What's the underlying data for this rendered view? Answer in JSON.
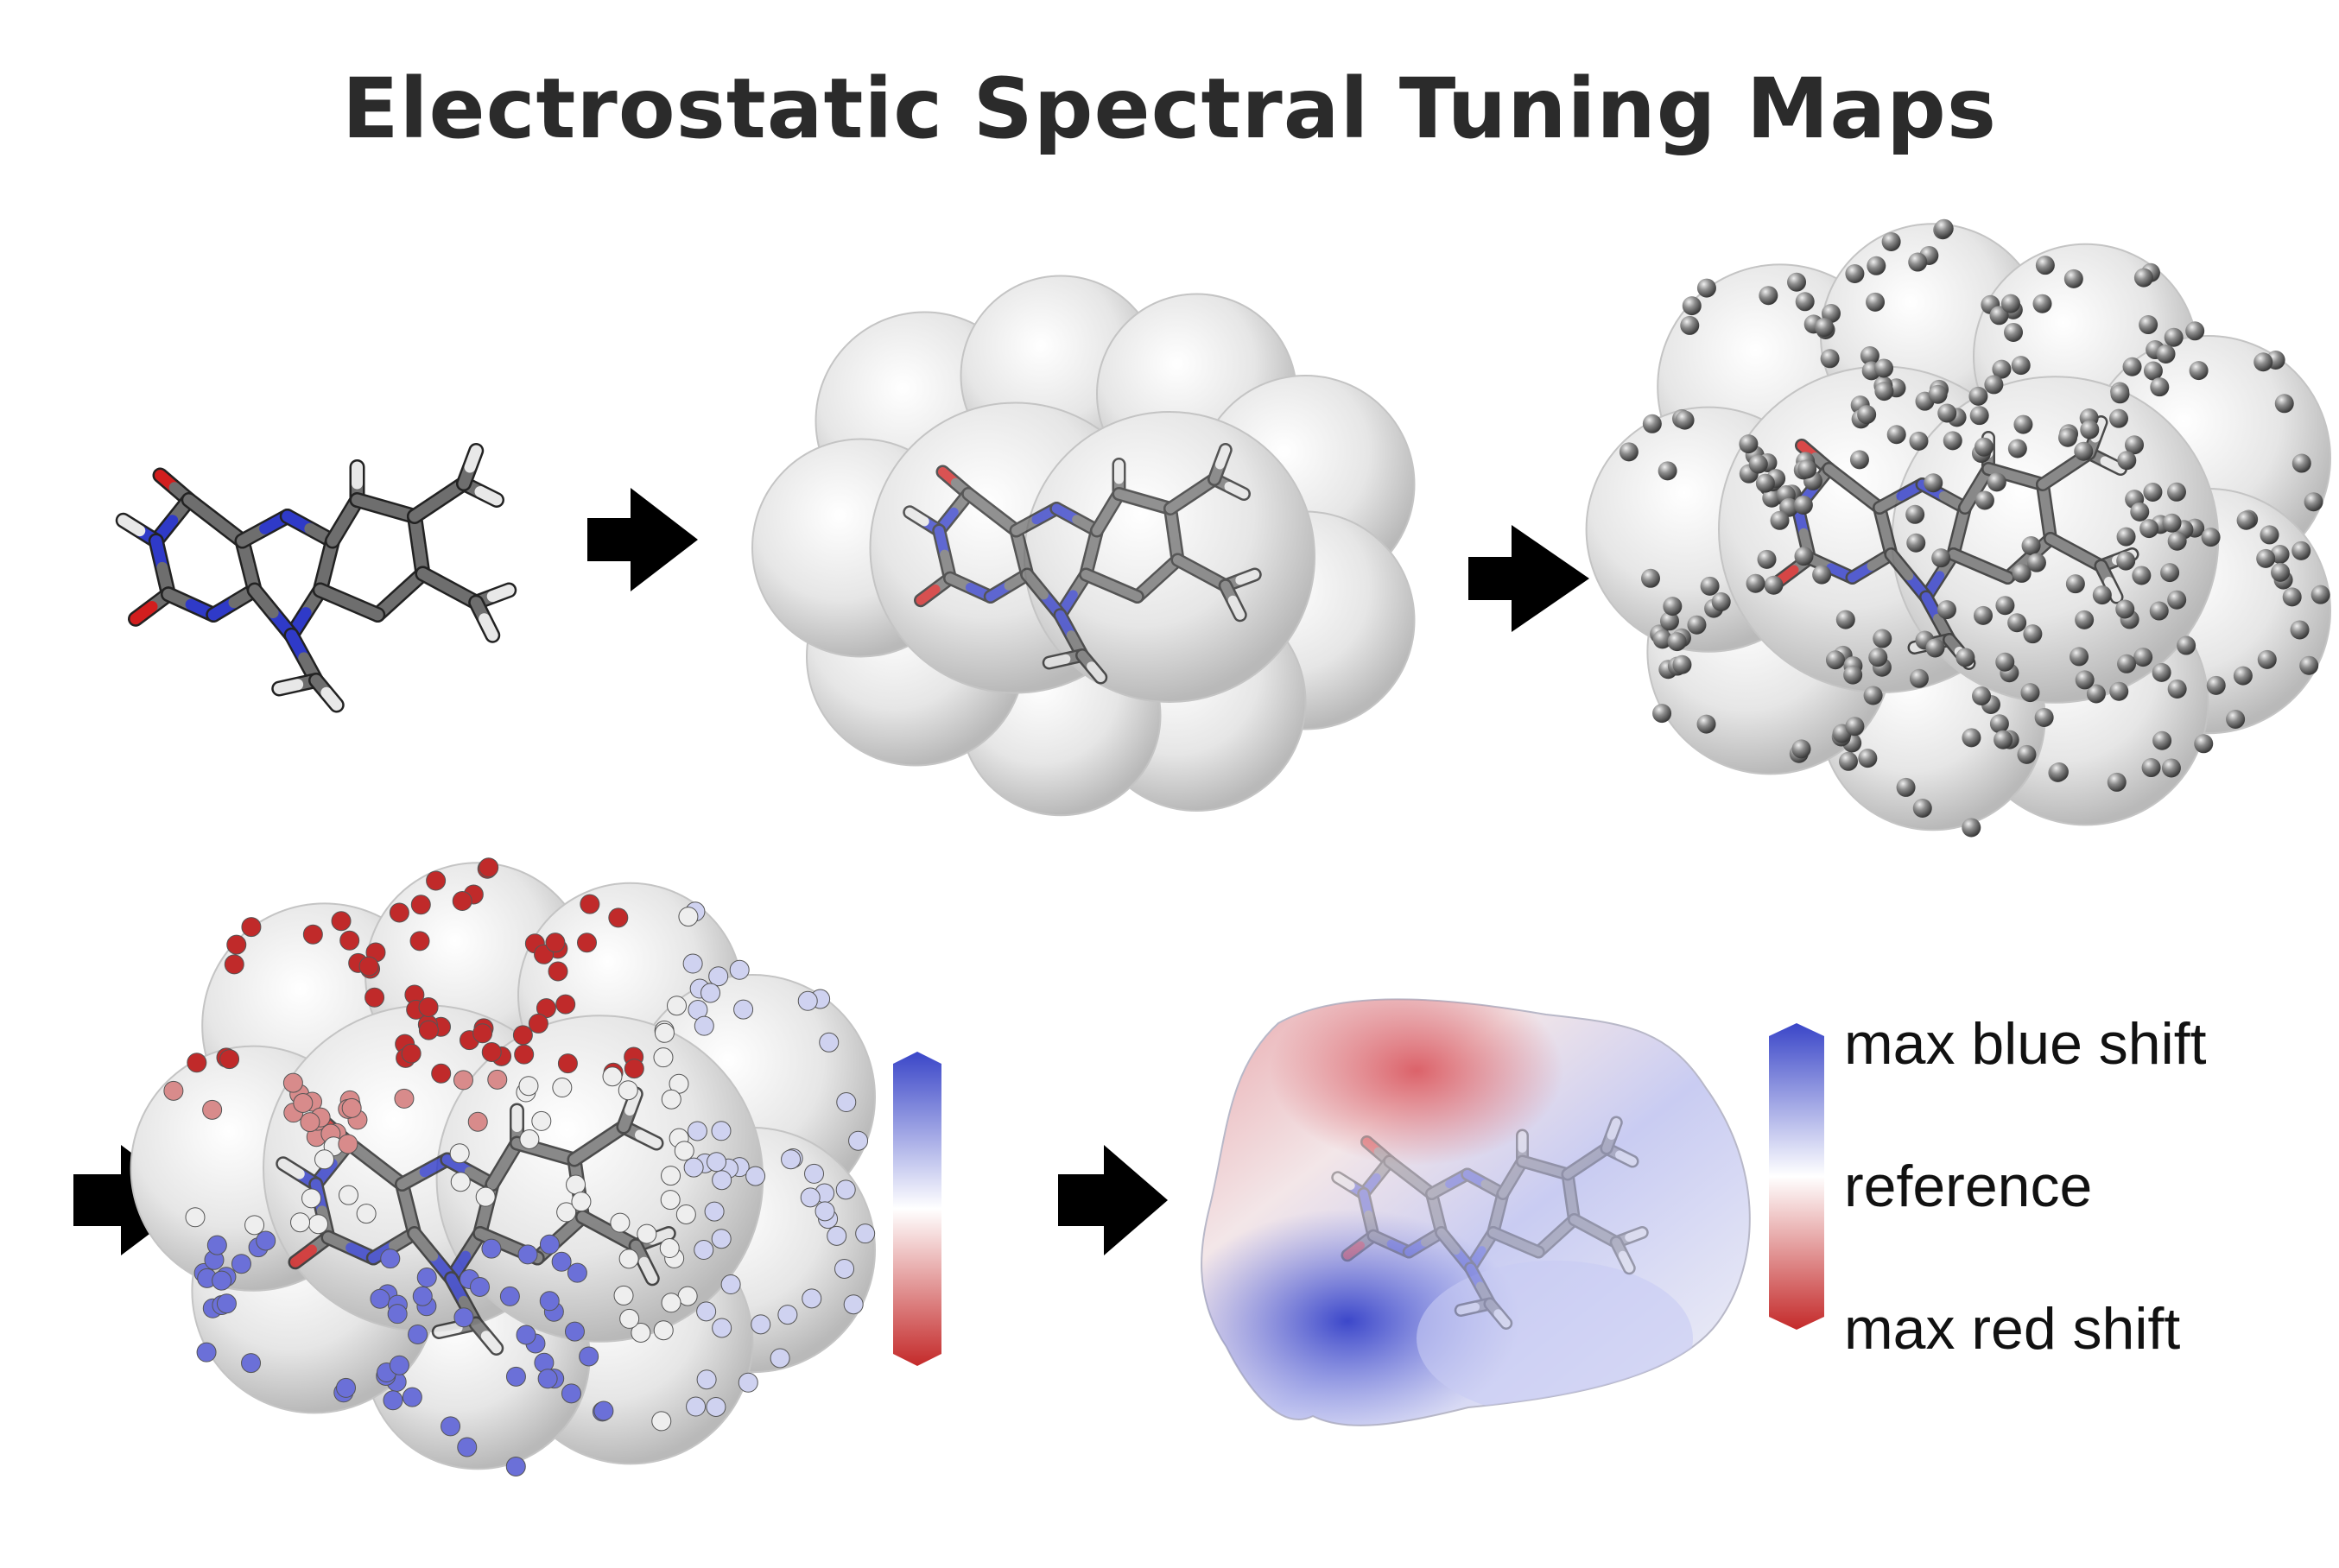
{
  "title": "Electrostatic Spectral Tuning Maps",
  "legend": {
    "top_label": "max blue shift",
    "mid_label": "reference",
    "bottom_label": "max red shift",
    "top_color": "#3a46c8",
    "mid_color": "#ffffff",
    "bottom_color": "#c42a2a"
  },
  "steps": [
    {
      "id": "molecule",
      "description_icon": "flavin-molecule-icon"
    },
    {
      "id": "vdw-surface",
      "description_icon": "vdw-surface-icon"
    },
    {
      "id": "probe-points",
      "description_icon": "probe-points-icon"
    },
    {
      "id": "colored-points",
      "description_icon": "colored-points-icon"
    },
    {
      "id": "colored-surface",
      "description_icon": "colored-surface-icon"
    }
  ],
  "colors": {
    "carbon": "#6e6e6e",
    "hydrogen": "#e8e8e8",
    "nitrogen": "#2f3ac8",
    "oxygen": "#d21e1e",
    "surface": "#d9d9d9",
    "probe": "#8a8a8a",
    "arrow": "#000000"
  }
}
